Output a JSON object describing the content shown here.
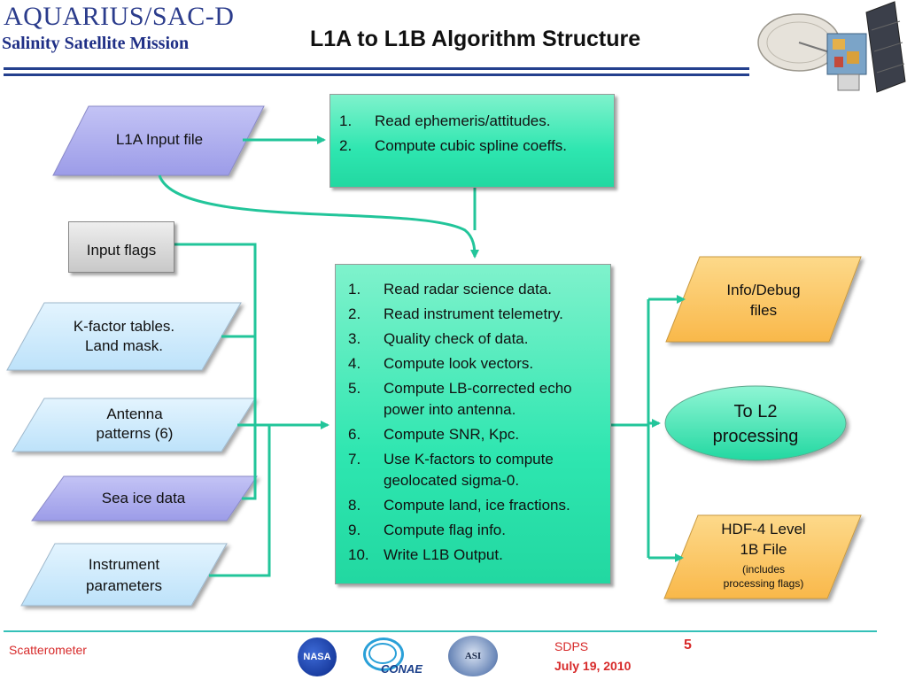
{
  "header": {
    "logo_text": "AQUARIUS/SAC-D",
    "mission": "Salinity Satellite Mission",
    "title": "L1A to L1B Algorithm Structure"
  },
  "nodes": {
    "l1a_input": {
      "label": "L1A Input file"
    },
    "input_flags": {
      "label": "Input flags"
    },
    "kfactor": {
      "line1": "K-factor tables.",
      "line2": "Land mask."
    },
    "antenna": {
      "line1": "Antenna",
      "line2": "patterns (6)"
    },
    "sea_ice": {
      "label": "Sea ice data"
    },
    "instrument": {
      "line1": "Instrument",
      "line2": "parameters"
    },
    "info_debug": {
      "line1": "Info/Debug",
      "line2": "files"
    },
    "to_l2": {
      "line1": "To L2",
      "line2": "processing"
    },
    "hdf4": {
      "line1": "HDF-4 Level",
      "line2": "1B File",
      "note1": "(includes",
      "note2": "processing flags)"
    }
  },
  "ephemeris_steps": [
    {
      "num": "1.",
      "text": "Read ephemeris/attitudes."
    },
    {
      "num": "2.",
      "text": "Compute cubic spline coeffs."
    }
  ],
  "main_steps": [
    {
      "num": "1.",
      "text": "Read radar science data."
    },
    {
      "num": "2.",
      "text": "Read instrument telemetry."
    },
    {
      "num": "3.",
      "text": "Quality check of data."
    },
    {
      "num": "4.",
      "text": "Compute look vectors."
    },
    {
      "num": "5.",
      "text": "Compute LB-corrected echo power into antenna."
    },
    {
      "num": "6.",
      "text": "Compute SNR, Kpc."
    },
    {
      "num": "7.",
      "text": "Use K-factors to compute geolocated sigma-0."
    },
    {
      "num": "8.",
      "text": "Compute land, ice fractions."
    },
    {
      "num": "9.",
      "text": "Compute flag info."
    },
    {
      "num": "10.",
      "text": "Write L1B Output."
    }
  ],
  "footer": {
    "left": "Scatterometer",
    "sdps": "SDPS",
    "page": "5",
    "date": "July 19, 2010",
    "conae": "CONAE",
    "nasa": "NASA",
    "asi": "ASI"
  },
  "colors": {
    "connector": "#22c59a",
    "lavender": "#a9a9ee",
    "light_blue": "#cdeafc",
    "orange": "#fbc766",
    "green": "#2ee6b0",
    "header_rule": "#24408e",
    "footer_rule": "#34c0b8"
  }
}
